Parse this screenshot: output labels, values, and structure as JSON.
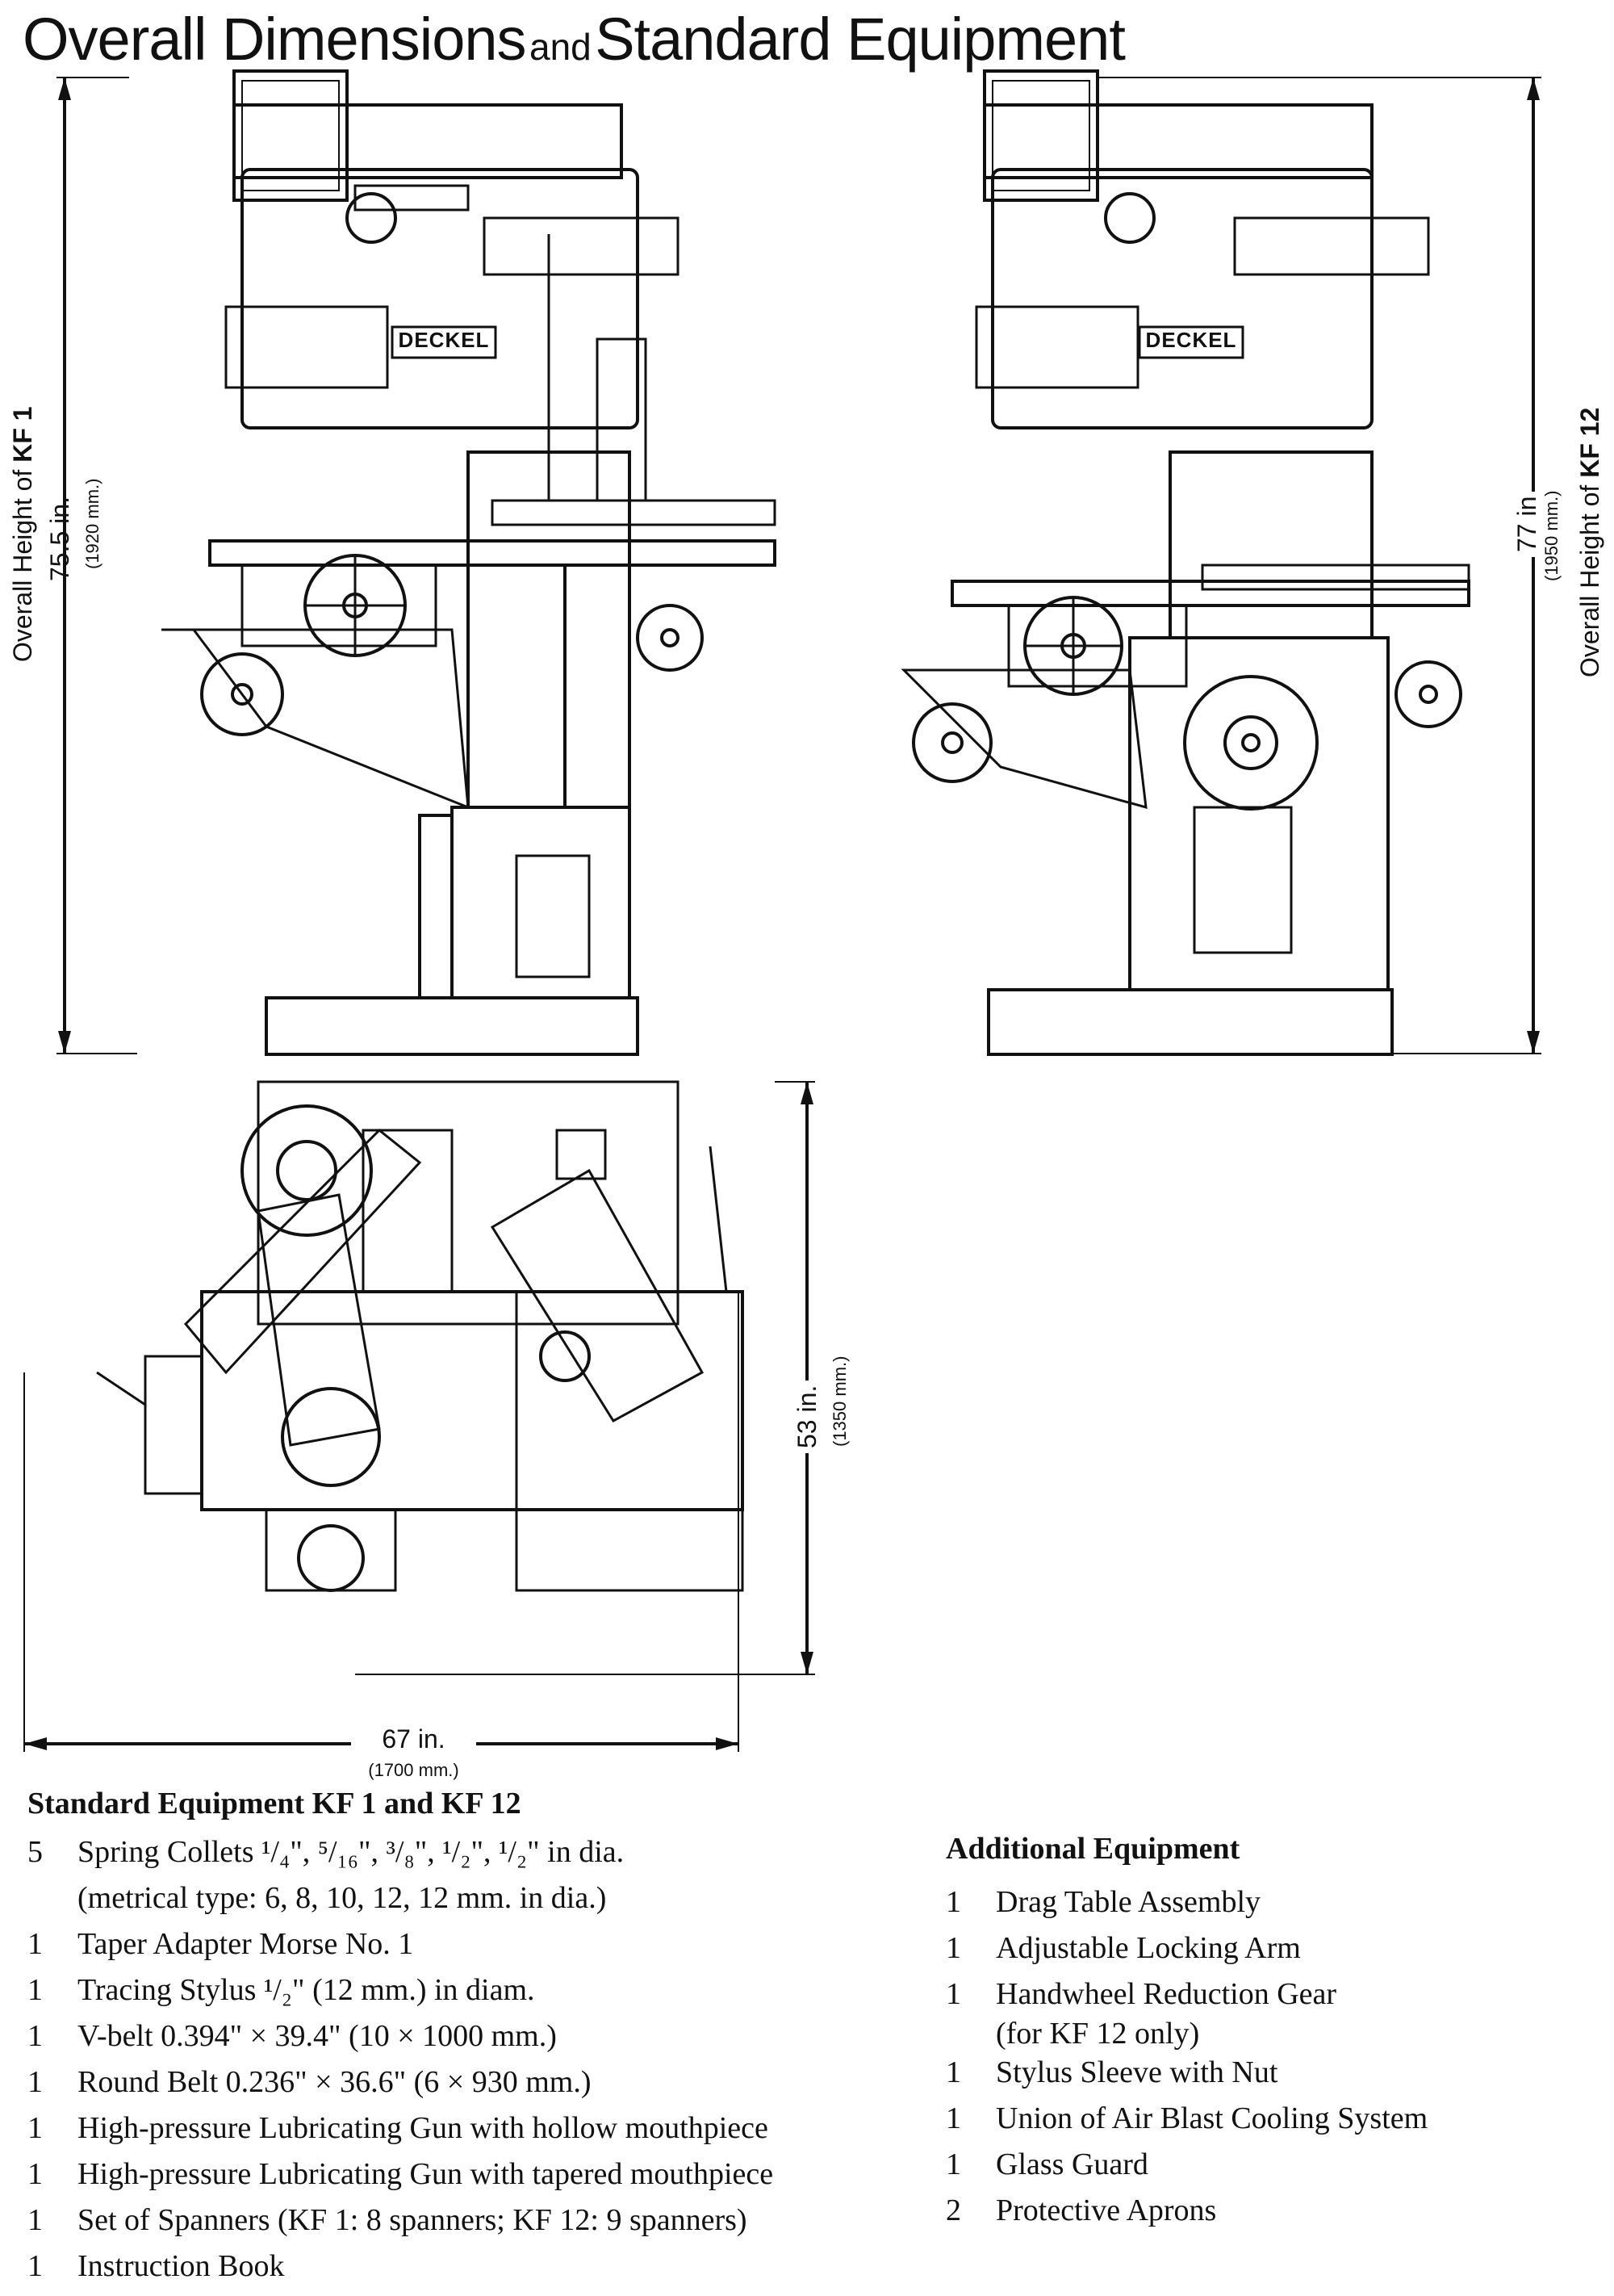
{
  "title": {
    "part1": "Overall Dimensions",
    "part2": "and",
    "part3": "Standard Equipment"
  },
  "kf1_height": {
    "label_prefix": "Overall Height of ",
    "label_model": "KF 1",
    "inches": "75.5 in.",
    "mm": "(1920 mm.)"
  },
  "kf12_height": {
    "label_prefix": "Overall Height of ",
    "label_model": "KF 12",
    "inches": "77 in",
    "mm": "(1950 mm.)"
  },
  "brand_plate": "DECKEL",
  "top_view": {
    "depth_in": "53 in.",
    "depth_mm": "(1350 mm.)",
    "width_in": "67 in.",
    "width_mm": "(1700 mm.)"
  },
  "standard_equipment": {
    "heading": "Standard Equipment KF 1 and KF 12",
    "items": [
      {
        "qty": "5",
        "text": "Spring Collets ¹/₄\", ⁵/₁₆\", ³/₈\", ¹/₂\", ¹/₂\" in dia.",
        "cont": "(metrical type: 6, 8, 10, 12, 12 mm. in dia.)"
      },
      {
        "qty": "1",
        "text": "Taper Adapter Morse No. 1"
      },
      {
        "qty": "1",
        "text": "Tracing Stylus ¹/₂\" (12 mm.) in diam."
      },
      {
        "qty": "1",
        "text": "V-belt 0.394\" × 39.4\" (10 × 1000 mm.)"
      },
      {
        "qty": "1",
        "text": "Round Belt 0.236\" × 36.6\" (6 × 930 mm.)"
      },
      {
        "qty": "1",
        "text": "High-pressure Lubricating Gun with hollow mouthpiece"
      },
      {
        "qty": "1",
        "text": "High-pressure Lubricating Gun with tapered mouthpiece"
      },
      {
        "qty": "1",
        "text": "Set of Spanners (KF 1: 8 spanners; KF 12: 9 spanners)"
      },
      {
        "qty": "1",
        "text": "Instruction Book"
      }
    ]
  },
  "additional_equipment": {
    "heading": "Additional Equipment",
    "items": [
      {
        "qty": "1",
        "text": "Drag Table Assembly"
      },
      {
        "qty": "1",
        "text": "Adjustable Locking Arm"
      },
      {
        "qty": "1",
        "text": "Handwheel Reduction Gear",
        "cont": "(for KF 12 only)"
      },
      {
        "qty": "1",
        "text": "Stylus Sleeve with Nut"
      },
      {
        "qty": "1",
        "text": "Union of Air Blast Cooling System"
      },
      {
        "qty": "1",
        "text": "Glass Guard"
      },
      {
        "qty": "2",
        "text": "Protective Aprons"
      }
    ]
  }
}
